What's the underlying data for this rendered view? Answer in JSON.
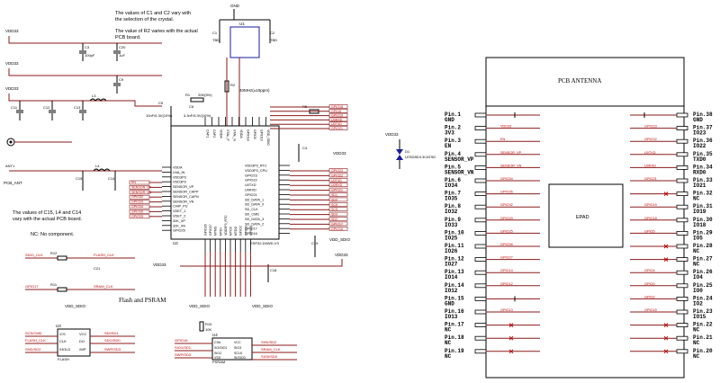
{
  "notes": {
    "crystal_1": "The values of C1 and C2 vary with",
    "crystal_2": "the selection of the crystal.",
    "r2_1": "The value of R2 varies with the actual",
    "r2_2": "PCB board.",
    "ant_1": "The values of C15, L4 and C14",
    "ant_2": "vary with the actual PCB board.",
    "nc": "NC: No component.",
    "flash_title": "Flash and PSRAM",
    "xtal_freq": "40MHz(±10ppm)"
  },
  "power": {
    "vdd33": "VDD33",
    "gnd": "GND",
    "vdd_sdio": "VDD_SDIO"
  },
  "refs": {
    "u2": "U2",
    "u2_part": "ESP32-D0WD-V3",
    "u1": "U1",
    "u3": "U3",
    "u4": "U4",
    "u4_part": "PSRAM",
    "u3_part": "FLASH",
    "d1": "D1",
    "d1_part": "LESD8D3.3CAT5G",
    "ant": "ANT1",
    "pcb_ant": "PCB_ANT",
    "c1": "C1",
    "c2": "C2",
    "c3": "C3",
    "c20": "C20",
    "c5": "C5",
    "c6": "C6",
    "c11": "C11",
    "c12": "C12",
    "c13": "C13",
    "c14": "C14",
    "c15": "C15",
    "c18": "C18",
    "c19": "C19",
    "c4": "C4",
    "c9": "C9",
    "c21": "C21",
    "r1": "R1",
    "r2": "R2",
    "r3": "R3",
    "r4": "R4",
    "r5": "R5",
    "r8": "R8",
    "r10": "R10",
    "r11": "R11",
    "r12": "R12",
    "l3": "L3",
    "l4": "L4",
    "c3_val": "100pF",
    "c20_val": "1uF",
    "c5_val": "10nF/6.3V(10%)",
    "c6_val": "3.3nF/6.3V(10%)",
    "r1_val": "20K(5%)",
    "r8_val": "10K",
    "tbd": "TBD"
  },
  "u2_left_pins": [
    "VDDA",
    "LNA_IN",
    "VDD3P3",
    "VDD3P3",
    "SENSOR_VP",
    "SENSOR_CAPP",
    "SENSOR_CAPN",
    "SENSOR_VN",
    "CHIP_PU",
    "VDET_1",
    "VDET_2",
    "32K_XP",
    "32K_XN",
    "GPIO25"
  ],
  "u2_right_pins": [
    "VDD3P3_RTC",
    "VDD3P3_CPU",
    "GPIO23",
    "GPIO22",
    "U0TXD",
    "U0RXD",
    "GPIO21",
    "SD_DATA_1",
    "SD_DATA_0",
    "SD_CLK",
    "SD_CMD",
    "SD_DATA_3",
    "SD_DATA_2",
    "GPIO17",
    "GPIO16"
  ],
  "u2_top_pins": [
    "CAP1",
    "CAP2",
    "VDDA",
    "XTAL_P",
    "XTAL_N",
    "VDDA",
    "GPIO18",
    "GPIO5",
    "GPIO19",
    "VDD_SDIO"
  ],
  "u2_bottom_pins": [
    "GPIO26",
    "GPIO27",
    "MTMS",
    "MTDI",
    "VDD3P3_RTC",
    "MTCK",
    "MTDO",
    "GPIO2",
    "GPIO0",
    "GPIO4"
  ],
  "net_labels_left": [
    "EN",
    "SENSOR_VP",
    "SENSOR_VN",
    "GPIO32",
    "GPIO33",
    "GPIO34",
    "GPIO35",
    "GPIO25"
  ],
  "net_labels_right": [
    "GPIO23",
    "GPIO22",
    "U0TXD",
    "U0RXD",
    "GPIO21",
    "SD1",
    "SD0",
    "SCK",
    "SCS",
    "SD3",
    "SD2",
    "GPIO17",
    "GPIO16"
  ],
  "net_labels_top": [
    "GPIO18",
    "GPIO5",
    "GPIO19",
    "U0RXD",
    "U0TXD",
    "GPIO21"
  ],
  "flash_nets": {
    "sdio_clk": "SDIO_CLK",
    "flash_clk": "FLASH_CLK",
    "gpio17": "GPIO17",
    "sram_clk": "SRAM_CLK",
    "scs": "SCS/CMD",
    "sdi": "SDI/SD1",
    "sdo": "SDO/SD0",
    "swp": "SWP/SD3",
    "shd": "SHD/SD2",
    "gpio16": "GPIO16",
    "psram_cs": "PSRAM_CS",
    "sio0": "SIO0/SD0",
    "sio1": "SIO1/SD1"
  },
  "u3_pins": [
    "/CS",
    "DO",
    "/WP",
    "GND",
    "DI",
    "CLK",
    "/HOLD",
    "VCC"
  ],
  "u4_pins": [
    "CS#",
    "SO/SIO1",
    "SIO2",
    "VSS",
    "SI/SIO0",
    "SCLK",
    "SIO3",
    "VCC"
  ],
  "module": {
    "antenna": "PCB ANTENNA",
    "epad": "EPAD"
  },
  "module_left": [
    {
      "pin": "Pin.1",
      "name": "GND",
      "net": ""
    },
    {
      "pin": "Pin.2",
      "name": "3V3",
      "net": "VDD33"
    },
    {
      "pin": "Pin.3",
      "name": "EN",
      "net": "EN"
    },
    {
      "pin": "Pin.4",
      "name": "SENSOR_VP",
      "net": "SENSOR_VP"
    },
    {
      "pin": "Pin.5",
      "name": "SENSOR_VN",
      "net": "SENSOR_VN"
    },
    {
      "pin": "Pin.6",
      "name": "IO34",
      "net": "GPIO34"
    },
    {
      "pin": "Pin.7",
      "name": "IO35",
      "net": "GPIO35"
    },
    {
      "pin": "Pin.8",
      "name": "IO32",
      "net": "GPIO32"
    },
    {
      "pin": "Pin.9",
      "name": "IO33",
      "net": "GPIO33"
    },
    {
      "pin": "Pin.10",
      "name": "IO25",
      "net": "GPIO25"
    },
    {
      "pin": "Pin.11",
      "name": "IO26",
      "net": "GPIO26"
    },
    {
      "pin": "Pin.12",
      "name": "IO27",
      "net": "GPIO27"
    },
    {
      "pin": "Pin.13",
      "name": "IO14",
      "net": "GPIO14"
    },
    {
      "pin": "Pin.14",
      "name": "IO12",
      "net": "GPIO12"
    },
    {
      "pin": "Pin.15",
      "name": "GND",
      "net": ""
    },
    {
      "pin": "Pin.16",
      "name": "IO13",
      "net": "GPIO13"
    },
    {
      "pin": "Pin.17",
      "name": "NC",
      "net": ""
    },
    {
      "pin": "Pin.18",
      "name": "NC",
      "net": ""
    },
    {
      "pin": "Pin.19",
      "name": "NC",
      "net": ""
    }
  ],
  "module_right": [
    {
      "pin": "Pin.38",
      "name": "GND",
      "net": ""
    },
    {
      "pin": "Pin.37",
      "name": "IO23",
      "net": "GPIO23"
    },
    {
      "pin": "Pin.36",
      "name": "IO22",
      "net": "GPIO22"
    },
    {
      "pin": "Pin.35",
      "name": "TXD0",
      "net": "U0TXD"
    },
    {
      "pin": "Pin.34",
      "name": "RXD0",
      "net": "U0RXD"
    },
    {
      "pin": "Pin.33",
      "name": "IO21",
      "net": "GPIO21"
    },
    {
      "pin": "Pin.32",
      "name": "NC",
      "net": ""
    },
    {
      "pin": "Pin.31",
      "name": "IO19",
      "net": "GPIO19"
    },
    {
      "pin": "Pin.30",
      "name": "IO18",
      "net": "GPIO18"
    },
    {
      "pin": "Pin.29",
      "name": "IO5",
      "net": "GPIO5"
    },
    {
      "pin": "Pin.28",
      "name": "NC",
      "net": ""
    },
    {
      "pin": "Pin.27",
      "name": "NC",
      "net": ""
    },
    {
      "pin": "Pin.26",
      "name": "IO4",
      "net": "GPIO4"
    },
    {
      "pin": "Pin.25",
      "name": "IO0",
      "net": "GPIO0"
    },
    {
      "pin": "Pin.24",
      "name": "IO2",
      "net": "GPIO2"
    },
    {
      "pin": "Pin.23",
      "name": "IO15",
      "net": "GPIO15"
    },
    {
      "pin": "Pin.22",
      "name": "NC",
      "net": ""
    },
    {
      "pin": "Pin.21",
      "name": "NC",
      "net": ""
    },
    {
      "pin": "Pin.20",
      "name": "NC",
      "net": ""
    }
  ]
}
